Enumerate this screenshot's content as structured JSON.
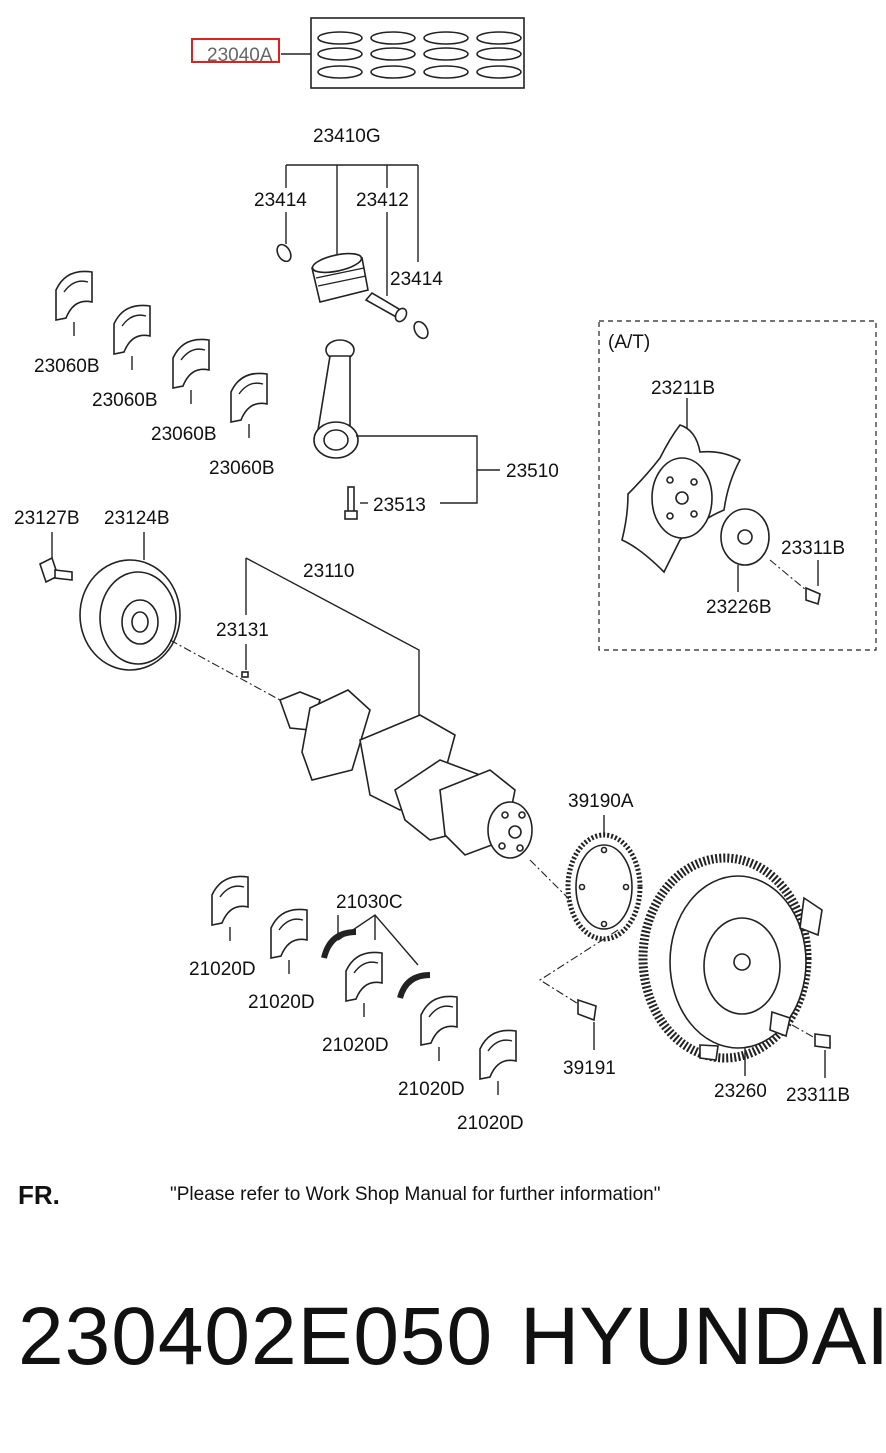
{
  "labels": {
    "piston_ring_set": "23040A",
    "piston_assy": "23410G",
    "snap_ring_left": "23414",
    "piston_pin": "23412",
    "snap_ring_right": "23414",
    "upper_bearing_1": "23060B",
    "upper_bearing_2": "23060B",
    "upper_bearing_3": "23060B",
    "upper_bearing_4": "23060B",
    "connecting_rod": "23510",
    "rod_bolt": "23513",
    "at_heading": "(A/T)",
    "drive_plate": "23211B",
    "at_bolt": "23311B",
    "adapter_plate": "23226B",
    "pulley_bolt": "23127B",
    "damper_pulley": "23124B",
    "crankshaft": "23110",
    "key": "23131",
    "sensor_wheel": "39190A",
    "thrust_washer": "21030C",
    "main_bearing_1": "21020D",
    "main_bearing_2": "21020D",
    "main_bearing_3": "21020D",
    "main_bearing_4": "21020D",
    "main_bearing_5": "21020D",
    "sensor_bolt": "39191",
    "flywheel": "23260",
    "flywheel_bolt": "23311B"
  },
  "direction_label": "FR.",
  "note": "\"Please refer to Work Shop Manual for further information\"",
  "footer": {
    "part_number": "230402E050",
    "brand": "HYUNDAI"
  },
  "highlight_color": "#e0201e"
}
